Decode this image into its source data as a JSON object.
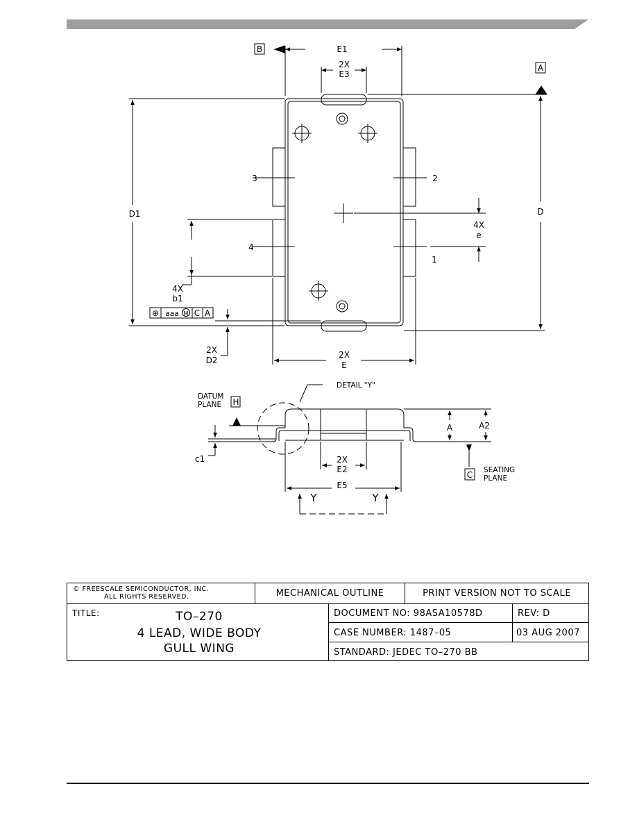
{
  "datum_labels": {
    "B": "B",
    "A": "A",
    "H": "H",
    "C": "C"
  },
  "dimension_labels": {
    "E1": "E1",
    "E3_count": "2X",
    "E3": "E3",
    "D1": "D1",
    "D": "D",
    "e_count": "4X",
    "e": "e",
    "b1_count": "4X",
    "b1": "b1",
    "D2_count": "2X",
    "D2": "D2",
    "E_count": "2X",
    "E": "E",
    "A": "A",
    "A2": "A2",
    "c1": "c1",
    "E2_count": "2X",
    "E2": "E2",
    "E5": "E5"
  },
  "pin_numbers": {
    "pin1": "1",
    "pin2": "2",
    "pin3": "3",
    "pin4": "4"
  },
  "tolerance_frame": {
    "symbol": "⊕",
    "value": "aaa",
    "modifier": "M",
    "ref1": "C",
    "ref2": "A"
  },
  "detail_label": "DETAIL \"Y\"",
  "datum_plane": {
    "line1": "DATUM",
    "line2": "PLANE"
  },
  "seating_plane": {
    "line1": "SEATING",
    "line2": "PLANE"
  },
  "section_marks": {
    "left": "Y",
    "right": "Y"
  },
  "title_block": {
    "copyright_line1": "© FREESCALE SEMICONDUCTOR, INC.",
    "copyright_line2": "ALL RIGHTS RESERVED.",
    "mechanical_outline": "MECHANICAL OUTLINE",
    "print_version": "PRINT VERSION NOT TO SCALE",
    "title_label": "TITLE:",
    "title_line1": "TO–270",
    "title_line2": "4 LEAD, WIDE BODY",
    "title_line3": "GULL WING",
    "document_no": "DOCUMENT NO: 98ASA10578D",
    "rev": "REV: D",
    "case_number": "CASE NUMBER: 1487–05",
    "date": "03 AUG 2007",
    "standard": "STANDARD: JEDEC TO–270 BB"
  },
  "colors": {
    "line": "#000000",
    "header_bar": "#9e9e9e"
  }
}
